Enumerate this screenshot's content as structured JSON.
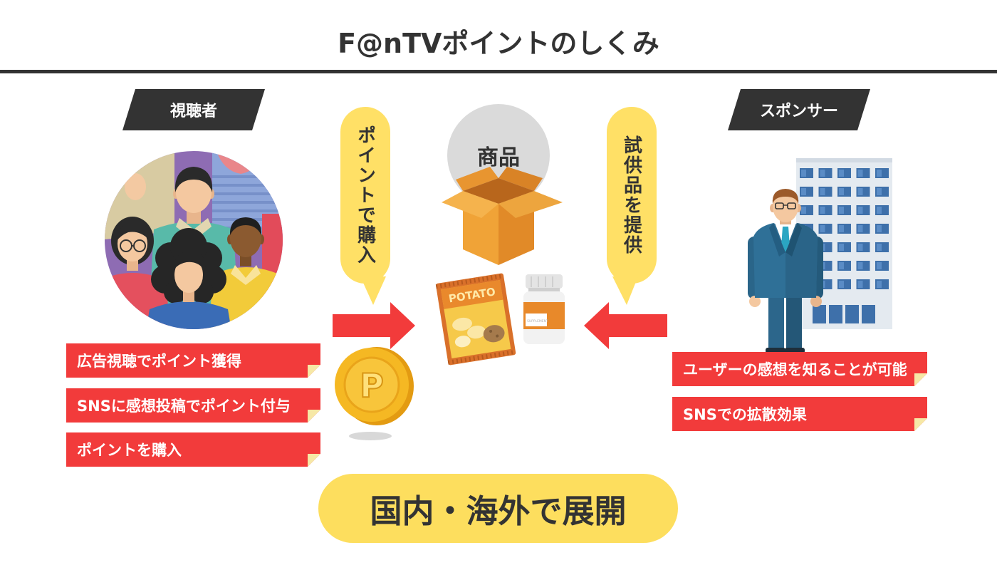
{
  "title": "F@nTVポイントのしくみ",
  "viewer": {
    "tag": "視聴者",
    "bubble": "ポイントで購入",
    "notes": [
      "広告視聴でポイント獲得",
      "SNSに感想投稿でポイント付与",
      "ポイントを購入"
    ]
  },
  "sponsor": {
    "tag": "スポンサー",
    "bubble": "試供品を提供",
    "notes": [
      "ユーザーの感想を知ることが可能",
      "SNSでの拡散効果"
    ]
  },
  "product": {
    "label": "商品",
    "chips_text": "POTATO",
    "bottle_text": "SUPPLEMENT"
  },
  "coin": {
    "letter": "P"
  },
  "footer": "国内・海外で展開",
  "icons": [
    "viewers-crowd-illustration",
    "arrow-right-icon",
    "arrow-left-icon",
    "product-box-icon",
    "potato-chips-icon",
    "supplement-bottle-icon",
    "point-coin-icon",
    "office-building-icon",
    "businessman-illustration"
  ],
  "colors": {
    "title_text": "#333333",
    "tag_background": "#333333",
    "note_red": "#F23B3B",
    "note_fold": "#F6E8A6",
    "bubble_yellow": "#FFE066",
    "footer_yellow": "#FDDE5E",
    "product_circle_gray": "#DADADA",
    "box_orange": "#F0A337",
    "coin_gold": "#F5B823"
  }
}
